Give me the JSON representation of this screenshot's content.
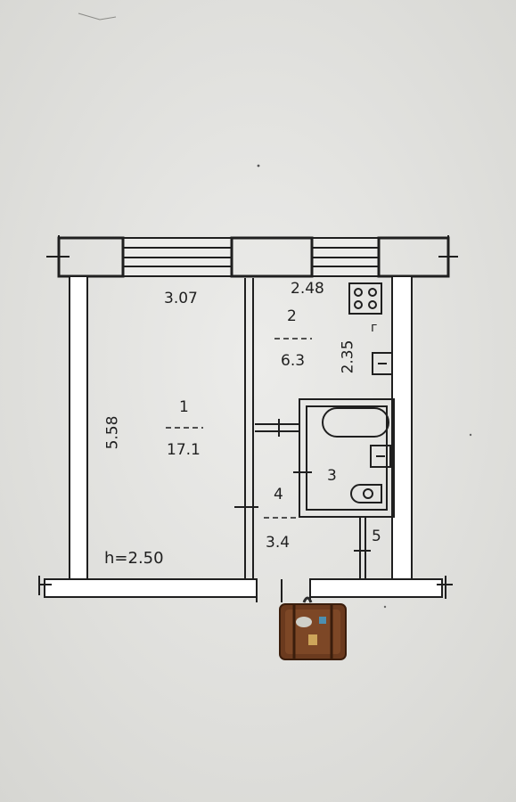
{
  "floorplan": {
    "rooms": [
      {
        "number": "1",
        "area": "17.1",
        "width": "3.07",
        "length": "5.58"
      },
      {
        "number": "2",
        "area": "6.3",
        "width": "2.48",
        "length": "2.35"
      },
      {
        "number": "3"
      },
      {
        "number": "4",
        "area": "3.4"
      },
      {
        "number": "5"
      }
    ],
    "ceiling_height": "h=2.50",
    "kitchen_marker": "г"
  },
  "colors": {
    "paper": "#e4e4e1",
    "ink": "#1f1f1f",
    "wall_fill": "#ffffff",
    "suitcase_brown": "#6b3a1e"
  },
  "icons": [
    "stove-icon",
    "bathtub-icon",
    "toilet-icon",
    "sink-icon",
    "suitcase-icon"
  ]
}
